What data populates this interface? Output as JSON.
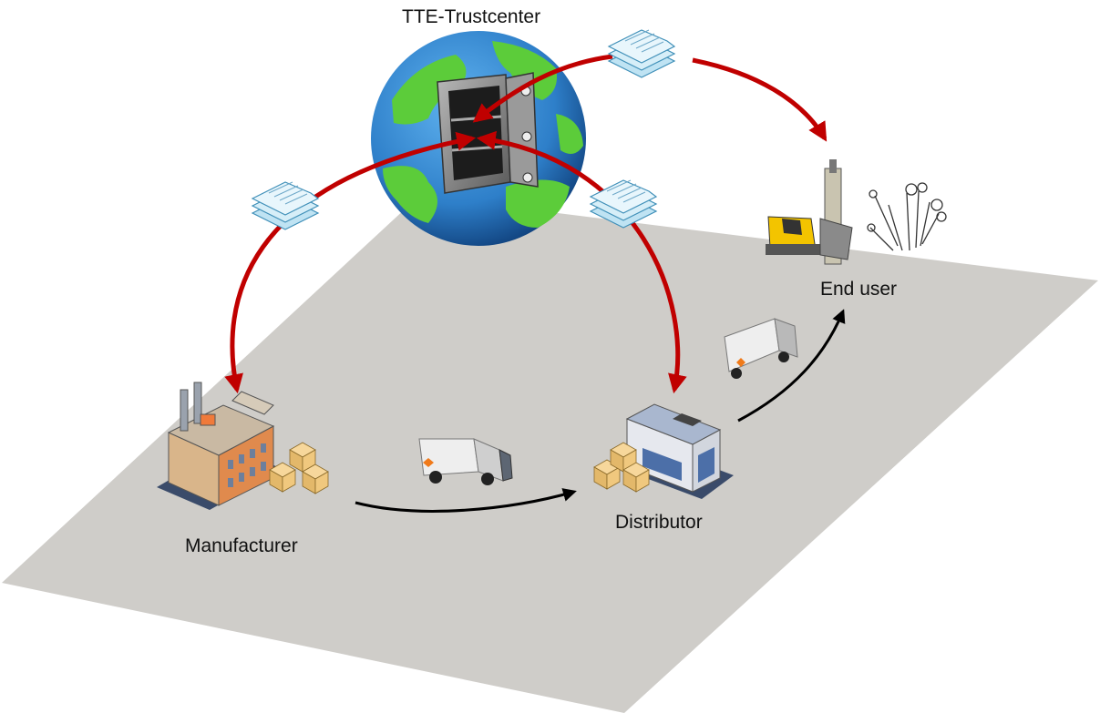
{
  "labels": {
    "trustcenter": "TTE-Trustcenter",
    "manufacturer": "Manufacturer",
    "distributor": "Distributor",
    "end_user": "End user"
  },
  "colors": {
    "ground": "#cfcdc9",
    "data_flow_arrow": "#c00000",
    "goods_flow_arrow": "#000000",
    "ocean": "#2e7fc9",
    "land": "#5ccc3a",
    "document": "#d9eef8"
  },
  "icons": {
    "trustcenter": "globe-with-safe-icon",
    "manufacturer": "factory-icon",
    "distributor": "warehouse-icon",
    "end_user": "drilling-machine-icon",
    "truck": "truck-icon",
    "documents": "document-stack-icon"
  }
}
